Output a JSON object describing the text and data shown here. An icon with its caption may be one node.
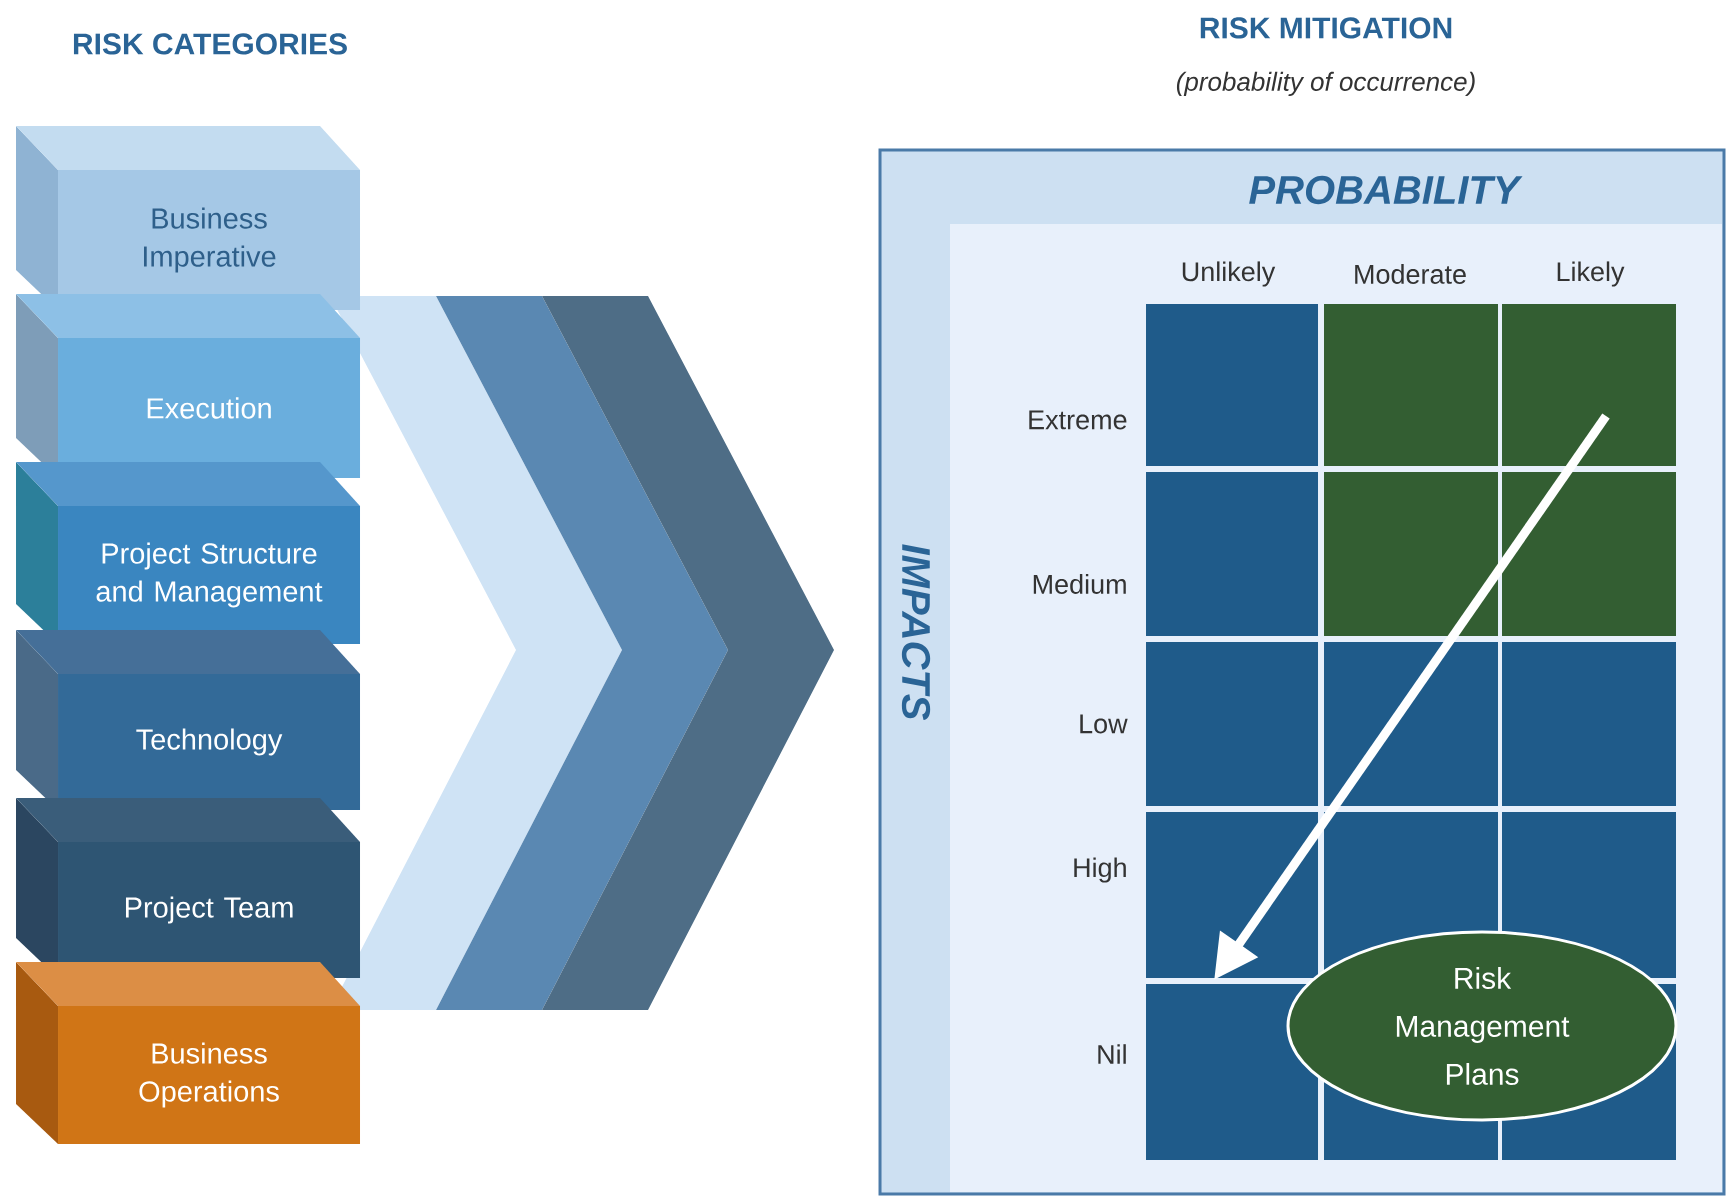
{
  "diagram": {
    "nodes": [
      {
        "text": [
          "Business Imperative"
        ]
      },
      {
        "text": [
          "Execution"
        ]
      },
      {
        "text": [
          "Project Structure and Management"
        ]
      },
      {
        "text": [
          "Technology"
        ]
      },
      {
        "text": [
          "Project Team"
        ]
      },
      {
        "text": [
          "Business Operations"
        ]
      },
      {
        "text": [
          "PROBABILITY",
          "IMPACTS"
        ]
      },
      {
        "text": [
          "Risk Management Plans"
        ],
        "in": 6
      }
    ],
    "labels": [
      "RISK CATEGORIES",
      "RISK MITIGATION",
      "(probability of occurrence)",
      "Unlikely",
      "Moderate",
      "Likely",
      "Extreme",
      "Medium",
      "Low",
      "High",
      "Nil"
    ]
  }
}
